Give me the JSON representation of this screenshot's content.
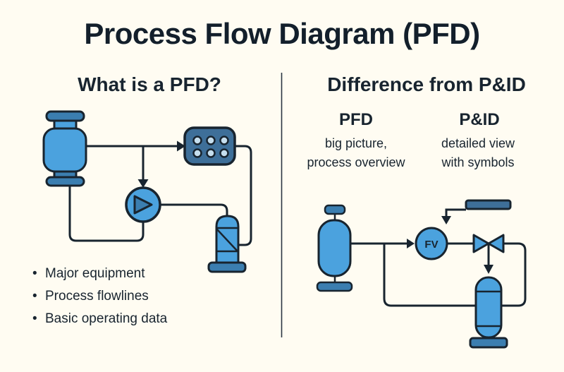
{
  "title": "Process Flow Diagram (PFD)",
  "colors": {
    "background": "#FFFCF2",
    "ink": "#18242F",
    "light_blue": "#4BA2DE",
    "mid_blue": "#3B7EB0",
    "steel_blue": "#3E6F99",
    "hole_fill": "#C5DEEE",
    "divider": "#2B3642"
  },
  "left_panel": {
    "heading": "What is a PFD?",
    "bullets": [
      "Major equipment",
      "Process flowlines",
      "Basic operating data"
    ],
    "diagram": {
      "items": [
        "feed-vessel",
        "reactor",
        "pump",
        "packed-column"
      ]
    }
  },
  "right_panel": {
    "heading": "Difference from P&ID",
    "columns": [
      {
        "label": "PFD",
        "description": [
          "big picture,",
          "process overview"
        ]
      },
      {
        "label": "P&ID",
        "description": [
          "detailed view",
          "with symbols"
        ]
      }
    ],
    "diagram": {
      "valve_tag": "FV",
      "items": [
        "feed-vessel",
        "flow-control-valve",
        "gate-valve",
        "product-vessel",
        "instrument-bar"
      ]
    }
  }
}
